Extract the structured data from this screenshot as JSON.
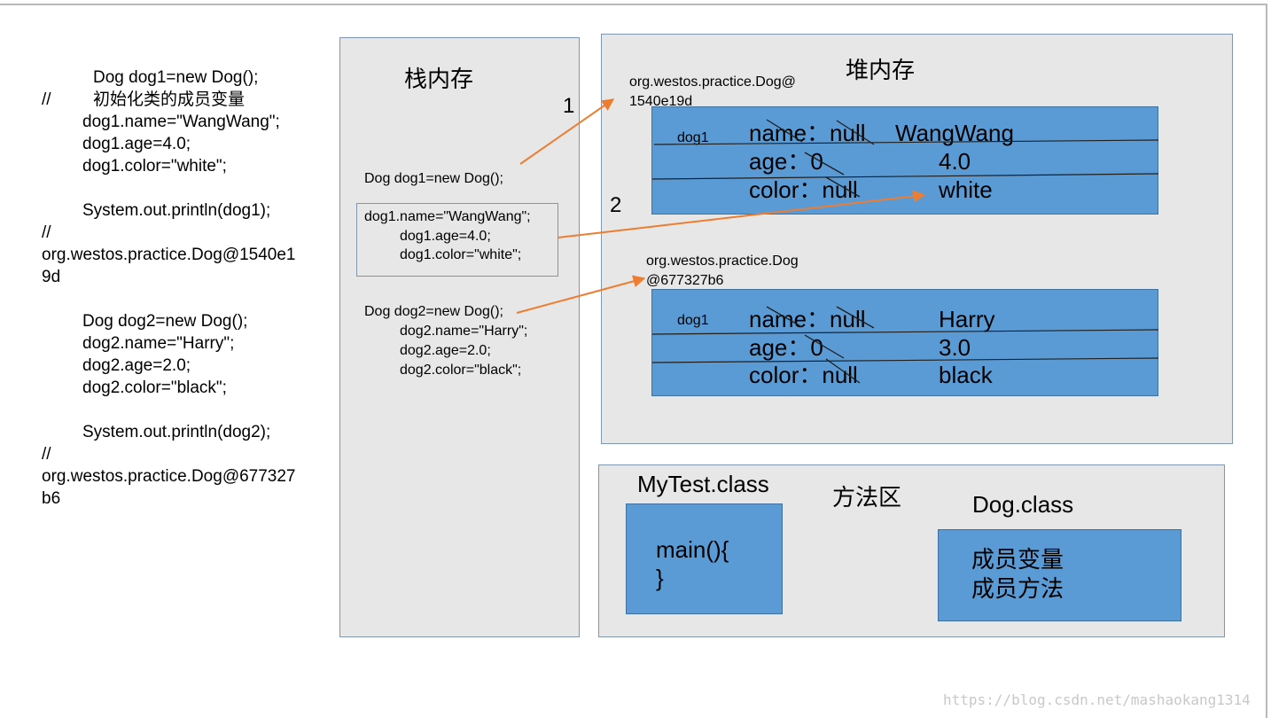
{
  "left_code": [
    "Dog dog1=new Dog();",
    "//",
    "初始化类的成员变量",
    "dog1.name=\"WangWang\";",
    "dog1.age=4.0;",
    "dog1.color=\"white\";",
    "System.out.println(dog1);",
    "//",
    "org.westos.practice.Dog@1540e1",
    "9d",
    "Dog dog2=new Dog();",
    "dog2.name=\"Harry\";",
    "dog2.age=2.0;",
    "dog2.color=\"black\";",
    "System.out.println(dog2);",
    "//",
    "org.westos.practice.Dog@677327",
    "b6"
  ],
  "stack": {
    "title": "栈内存",
    "line1": "Dog dog1=new Dog();",
    "box_lines": [
      "dog1.name=\"WangWang\";",
      "dog1.age=4.0;",
      "dog1.color=\"white\";"
    ],
    "dog2_lines": [
      "Dog dog2=new Dog();",
      "dog2.name=\"Harry\";",
      "dog2.age=2.0;",
      "dog2.color=\"black\";"
    ]
  },
  "heap": {
    "title": "堆内存",
    "obj1_addr": [
      "org.westos.practice.Dog@",
      "1540e19d"
    ],
    "obj1": {
      "label": "dog1",
      "name_old": "name：null",
      "name_new": "WangWang",
      "age_old": "age：0",
      "age_new": "4.0",
      "color_old": "color：null",
      "color_new": "white"
    },
    "obj2_addr": [
      "org.westos.practice.Dog",
      "@677327b6"
    ],
    "obj2": {
      "label": "dog1",
      "name_old": "name：null",
      "name_new": "Harry",
      "age_old": "age：0",
      "age_new": "3.0",
      "color_old": "color：null",
      "color_new": "black"
    }
  },
  "arrow_labels": [
    "1",
    "2"
  ],
  "method_area": {
    "title": "方法区",
    "mytest_class": "MyTest.class",
    "main_lines": [
      "main(){",
      "}"
    ],
    "dog_class": "Dog.class",
    "dog_lines": [
      "成员变量",
      "成员方法"
    ]
  },
  "watermark": "https://blog.csdn.net/mashaokang1314",
  "colors": {
    "panel": "#e7e7e8",
    "box": "#5b9bd5",
    "arrow": "#ed7d31"
  }
}
